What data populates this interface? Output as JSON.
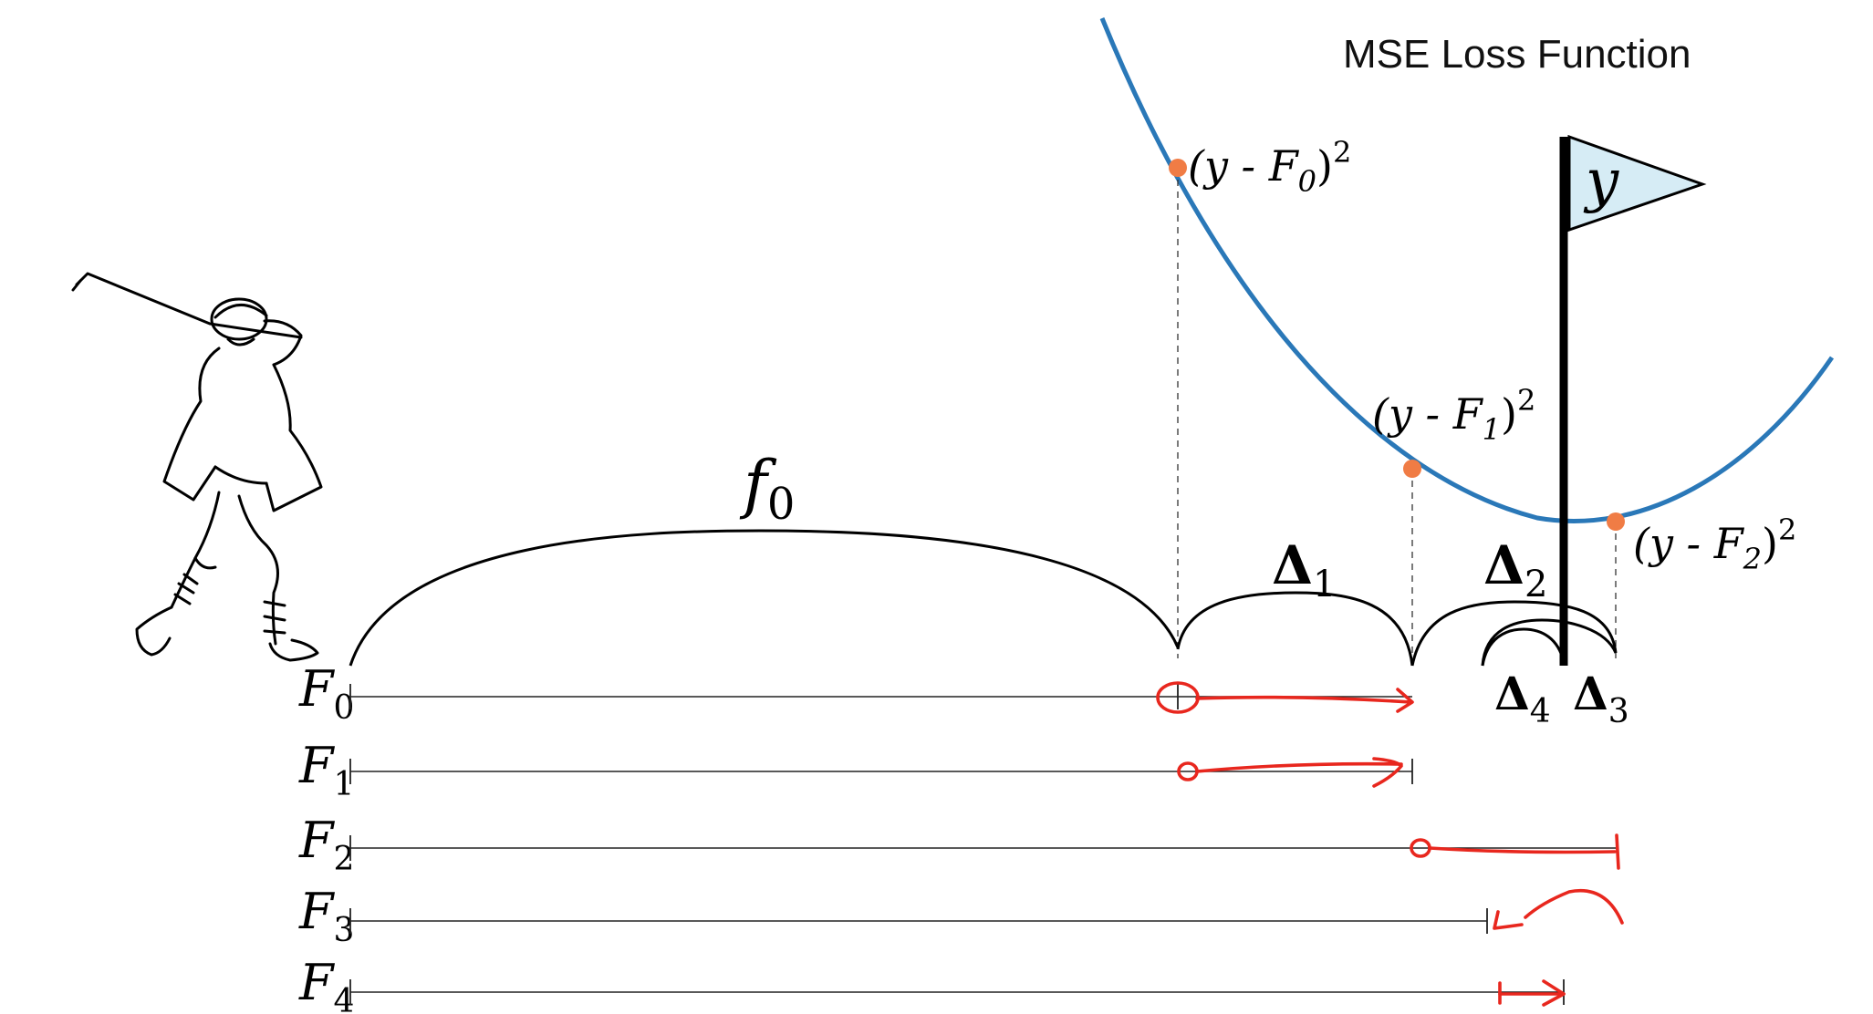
{
  "title": "MSE Loss Function",
  "colors": {
    "curve": "#2a78b8",
    "point": "#f07c45",
    "annotation": "#e8271e",
    "flag": "#d6ecf5"
  },
  "flag_label": "y",
  "step_label": {
    "var": "f",
    "sub": "0"
  },
  "deltas": [
    {
      "sym": "Δ",
      "sub": "1"
    },
    {
      "sym": "Δ",
      "sub": "2"
    },
    {
      "sym": "Δ",
      "sub": "3"
    },
    {
      "sym": "Δ",
      "sub": "4"
    }
  ],
  "loss_points": [
    {
      "pre": "(y - F",
      "sub": "0",
      "post": ")",
      "sup": "2"
    },
    {
      "pre": "(y - F",
      "sub": "1",
      "post": ")",
      "sup": "2"
    },
    {
      "pre": "(y - F",
      "sub": "2",
      "post": ")",
      "sup": "2"
    }
  ],
  "rows": [
    {
      "var": "F",
      "sub": "0"
    },
    {
      "var": "F",
      "sub": "1"
    },
    {
      "var": "F",
      "sub": "2"
    },
    {
      "var": "F",
      "sub": "3"
    },
    {
      "var": "F",
      "sub": "4"
    }
  ],
  "icons": {
    "golfer": "golfer-illustration-icon",
    "flag": "flag-icon"
  }
}
